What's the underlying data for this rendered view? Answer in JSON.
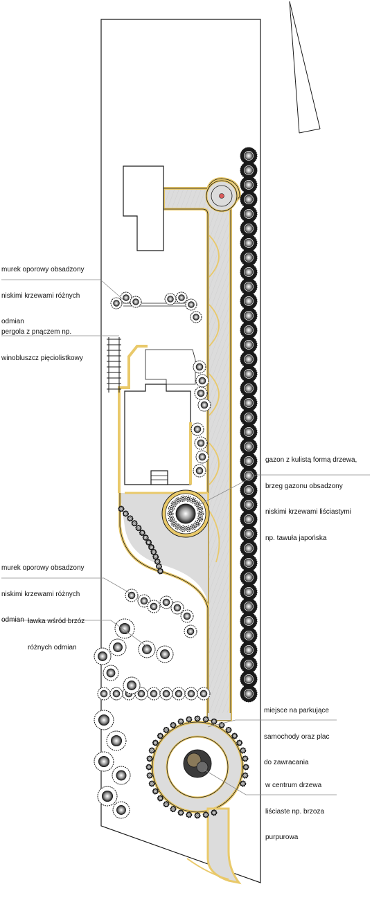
{
  "labels": {
    "murek_top": [
      "murek oporowy obsadzony",
      "niskimi krzewami różnych",
      "odmian"
    ],
    "pergola": [
      "pergola z pnączem np.",
      "winobluszcz pięciolistkowy"
    ],
    "gazon": [
      "gazon z kulistą formą drzewa,",
      "brzeg gazonu obsadzony",
      "niskimi krzewami liściastymi",
      "np. tawuła japońska"
    ],
    "murek_bottom": [
      "murek oporowy obsadzony",
      "niskimi krzewami różnych",
      "odmian"
    ],
    "lawka": [
      "ławka wśród brzóz",
      "różnych odmian"
    ],
    "parking": [
      "miejsce na parkujące",
      "samochody oraz plac",
      "do zawracania"
    ],
    "centrum": [
      "w centrum drzewa",
      "liściaste np. brzoza",
      "purpurowa"
    ]
  },
  "colors": {
    "paving": "#dcdcdc",
    "edging": "#e9c96a",
    "outline": "#1a1a1a",
    "leader": "#8a8a8a",
    "accent_dot": "#d95b5b"
  },
  "icons": {
    "shrub": "shrub-symbol-icon",
    "tree": "deciduous-tree-icon",
    "north": "north-arrow-icon"
  }
}
